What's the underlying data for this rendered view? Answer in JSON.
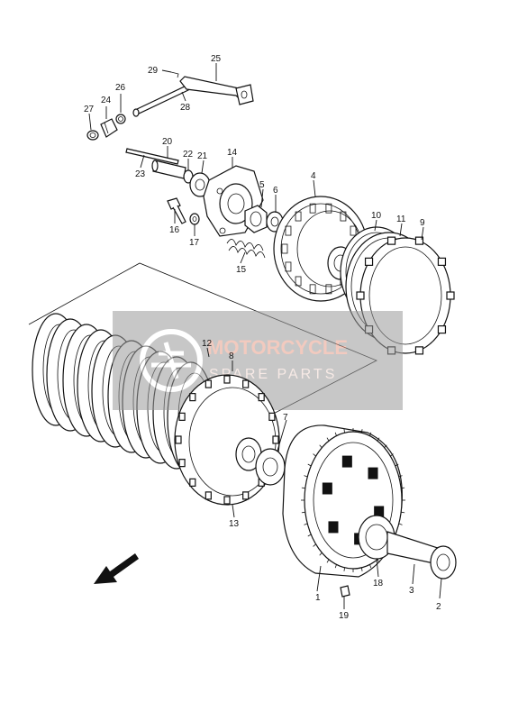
{
  "callouts": [
    {
      "id": "p1",
      "text": "1"
    },
    {
      "id": "p2",
      "text": "2"
    },
    {
      "id": "p3",
      "text": "3"
    },
    {
      "id": "p4",
      "text": "4"
    },
    {
      "id": "p5",
      "text": "5"
    },
    {
      "id": "p6",
      "text": "6"
    },
    {
      "id": "p7",
      "text": "7"
    },
    {
      "id": "p8",
      "text": "8"
    },
    {
      "id": "p9",
      "text": "9"
    },
    {
      "id": "p10",
      "text": "10"
    },
    {
      "id": "p11",
      "text": "11"
    },
    {
      "id": "p12",
      "text": "12"
    },
    {
      "id": "p13",
      "text": "13"
    },
    {
      "id": "p14",
      "text": "14"
    },
    {
      "id": "p15",
      "text": "15"
    },
    {
      "id": "p16",
      "text": "16"
    },
    {
      "id": "p17",
      "text": "17"
    },
    {
      "id": "p18",
      "text": "18"
    },
    {
      "id": "p19",
      "text": "19"
    },
    {
      "id": "p20",
      "text": "20"
    },
    {
      "id": "p21",
      "text": "21"
    },
    {
      "id": "p22",
      "text": "22"
    },
    {
      "id": "p23",
      "text": "23"
    },
    {
      "id": "p24",
      "text": "24"
    },
    {
      "id": "p25",
      "text": "25"
    },
    {
      "id": "p26",
      "text": "26"
    },
    {
      "id": "p27",
      "text": "27"
    },
    {
      "id": "p28",
      "text": "28"
    },
    {
      "id": "p29",
      "text": "29"
    }
  ],
  "watermark": {
    "line1": "MOTORCYCLE",
    "line2": "SPARE PARTS",
    "color": "#e8a08c"
  },
  "colors": {
    "line": "#111111",
    "background": "#ffffff",
    "watermark_band": "#9a9a9a"
  }
}
